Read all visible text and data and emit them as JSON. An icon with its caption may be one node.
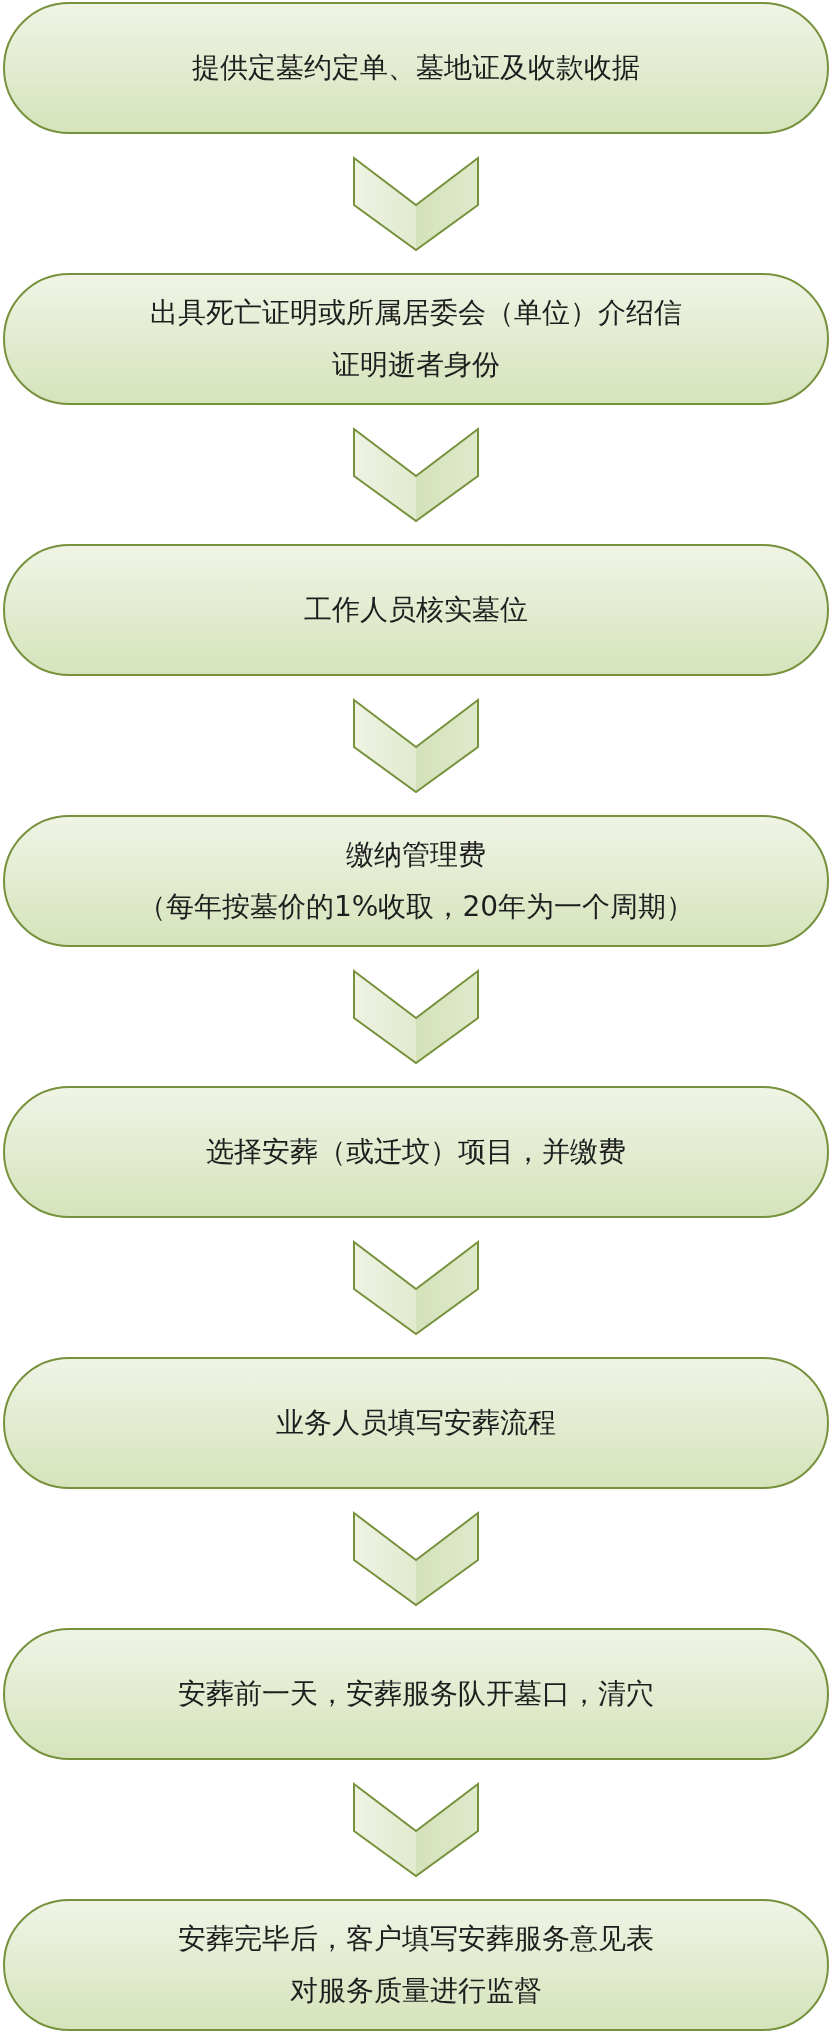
{
  "diagram": {
    "nodes": [
      {
        "text": [
          "提供定墓约定单、墓地证及收款收据"
        ]
      },
      {
        "text": [
          "出具死亡证明或所属居委会（单位）介绍信",
          "证明逝者身份"
        ]
      },
      {
        "text": [
          "工作人员核实墓位"
        ]
      },
      {
        "text": [
          "缴纳管理费",
          "（每年按墓价的1%收取，20年为一个周期）"
        ]
      },
      {
        "text": [
          "选择安葬（或迁坟）项目，并缴费"
        ]
      },
      {
        "text": [
          "业务人员填写安葬流程"
        ]
      },
      {
        "text": [
          "安葬前一天，安葬服务队开墓口，清穴"
        ]
      },
      {
        "text": [
          "安葬完毕后，客户填写安葬服务意见表",
          "对服务质量进行监督"
        ]
      }
    ],
    "edges": [
      {
        "from": 0,
        "to": 1,
        "arrow": "to"
      },
      {
        "from": 1,
        "to": 2,
        "arrow": "to"
      },
      {
        "from": 2,
        "to": 3,
        "arrow": "to"
      },
      {
        "from": 3,
        "to": 4,
        "arrow": "to"
      },
      {
        "from": 4,
        "to": 5,
        "arrow": "to"
      },
      {
        "from": 5,
        "to": 6,
        "arrow": "to"
      },
      {
        "from": 6,
        "to": 7,
        "arrow": "to"
      }
    ]
  }
}
